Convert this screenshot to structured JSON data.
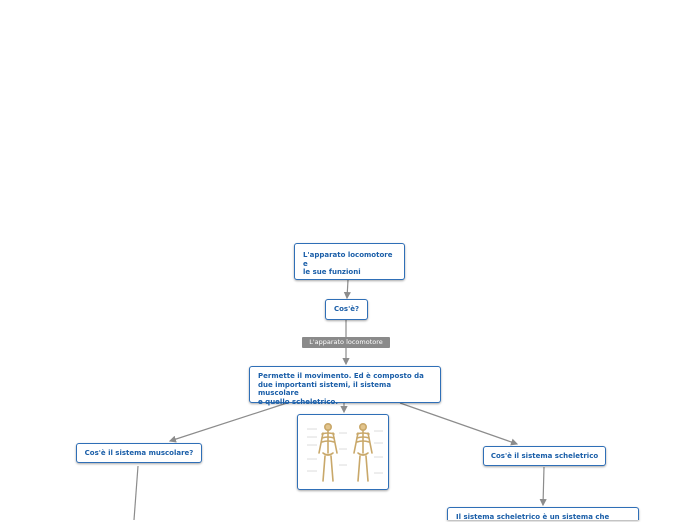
{
  "colors": {
    "node_border": "#2f6fb7",
    "node_text": "#1a5ea8",
    "connector": "#8c8c8c",
    "tag_bg": "#8a8a8a"
  },
  "nodes": {
    "root": "L'apparato locomotore\ne\nle sue funzioni",
    "what_is": "Cos'è?",
    "relation_label": "L'apparato locomotore",
    "description": "Permette il movimento. Ed è composto da\ndue importanti sistemi, il sistema muscolare\ne quello scheletrico.",
    "muscular_question": "Cos'è il sistema muscolare?",
    "skeletal_question": "Cos'è il sistema scheletrico",
    "skeletal_answer": "Il sistema scheletrico è un sistema che"
  },
  "image_node": {
    "icon": "skeleton-illustration-icon"
  }
}
